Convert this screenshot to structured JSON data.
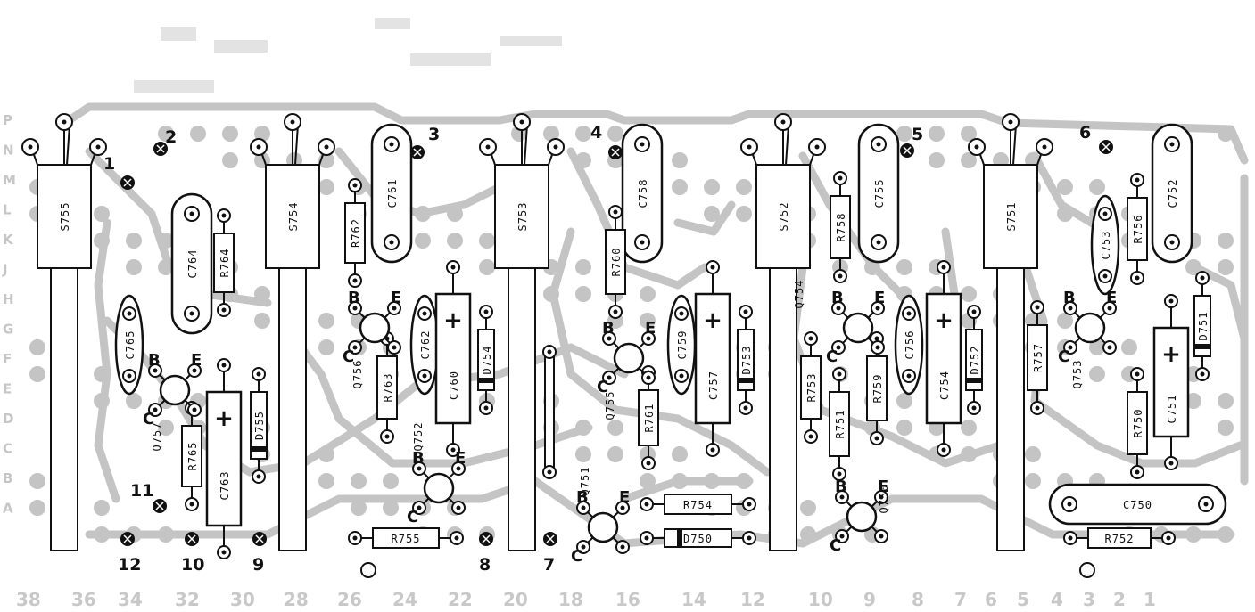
{
  "switches": [
    {
      "id": "S755"
    },
    {
      "id": "S754"
    },
    {
      "id": "S753"
    },
    {
      "id": "S752"
    },
    {
      "id": "S751"
    }
  ],
  "capacitors": [
    "C764",
    "C761",
    "C758",
    "C755",
    "C753",
    "C752",
    "C765",
    "C762",
    "C760",
    "C759",
    "C757",
    "C756",
    "C754",
    "C751",
    "C763",
    "C750"
  ],
  "resistors": [
    "R764",
    "R762",
    "R760",
    "R758",
    "R756",
    "R763",
    "R761",
    "R753",
    "R751",
    "R759",
    "R757",
    "R750",
    "R765",
    "R754",
    "R755",
    "R752"
  ],
  "diodes": [
    "D755",
    "D754",
    "D753",
    "D752",
    "D751",
    "D750"
  ],
  "transistors": [
    "Q757",
    "Q756",
    "Q755",
    "Q754",
    "Q753",
    "Q752",
    "Q751",
    "Q750"
  ],
  "pin_letters": [
    "B",
    "C",
    "E"
  ],
  "plus_sign": "+",
  "terminal_numbers": [
    "1",
    "2",
    "3",
    "4",
    "5",
    "6",
    "7",
    "8",
    "9",
    "10",
    "11",
    "12"
  ],
  "row_letters": [
    "P",
    "N",
    "M",
    "L",
    "K",
    "J",
    "H",
    "G",
    "F",
    "E",
    "D",
    "C",
    "B",
    "A"
  ],
  "column_numbers": [
    "38",
    "36",
    "34",
    "32",
    "30",
    "28",
    "26",
    "24",
    "22",
    "20",
    "18",
    "16",
    "14",
    "12",
    "10",
    "9",
    "8",
    "7",
    "6",
    "5",
    "4",
    "3",
    "2",
    "1"
  ],
  "colors": {
    "trace": "#c4c4c4",
    "ink": "#111111",
    "faint": "#c8c8c8",
    "background": "#ffffff"
  }
}
